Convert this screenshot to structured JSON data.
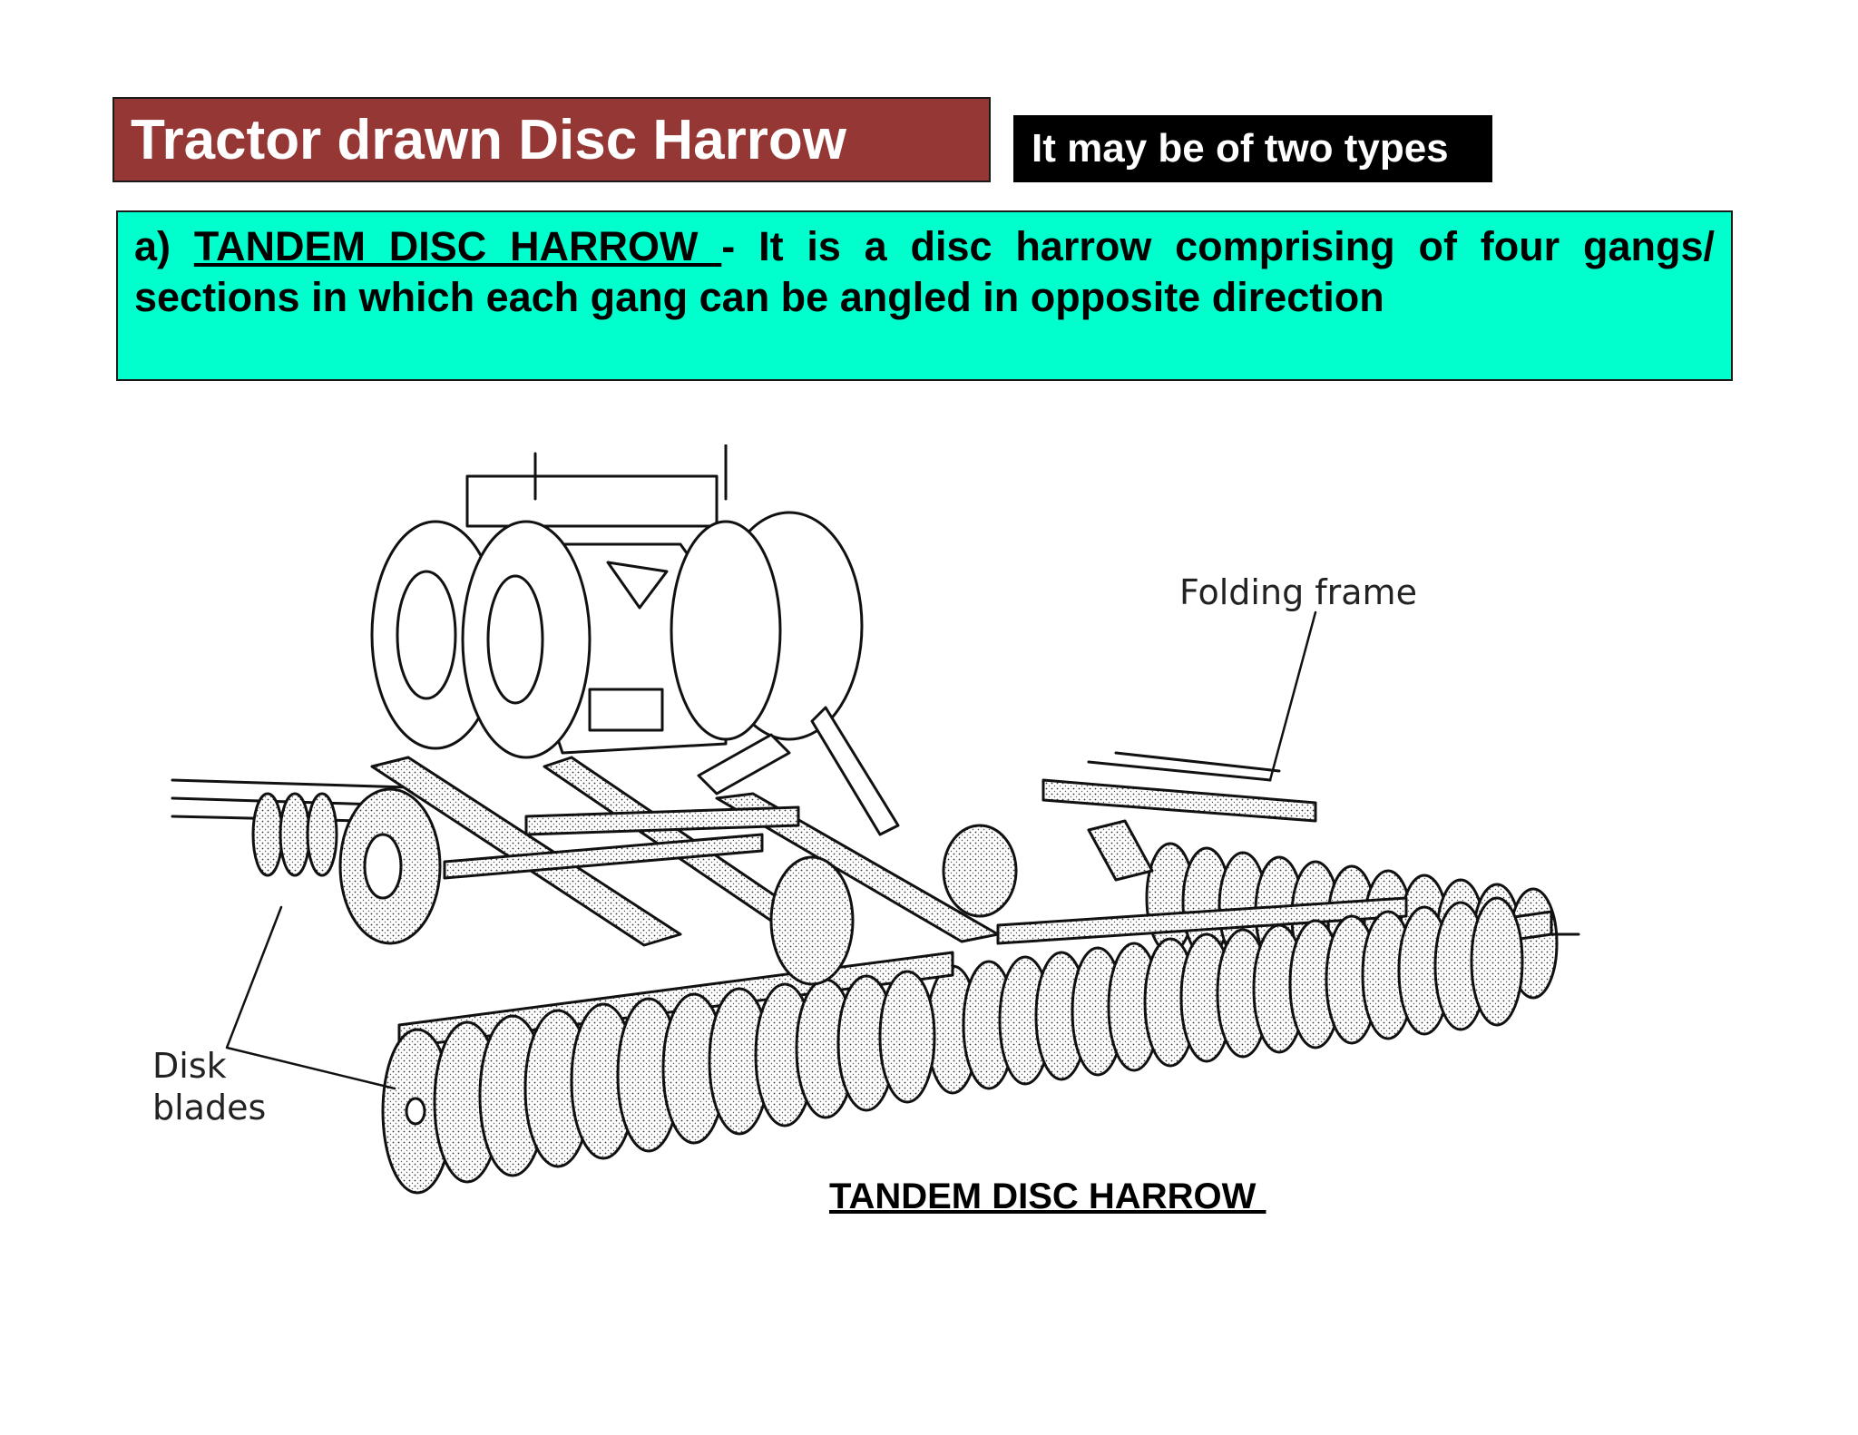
{
  "title": "Tractor drawn Disc Harrow",
  "subtitle": "It may be of two types",
  "definition": {
    "prefix": "a) ",
    "term": "TANDEM DISC HARROW ",
    "text": "- It is a disc harrow comprising of four gangs/ sections in which each gang can be angled in opposite direction"
  },
  "figure": {
    "label_folding_frame": "Folding frame",
    "label_disk": "Disk",
    "label_blades": "blades",
    "caption": "TANDEM DISC HARROW "
  }
}
